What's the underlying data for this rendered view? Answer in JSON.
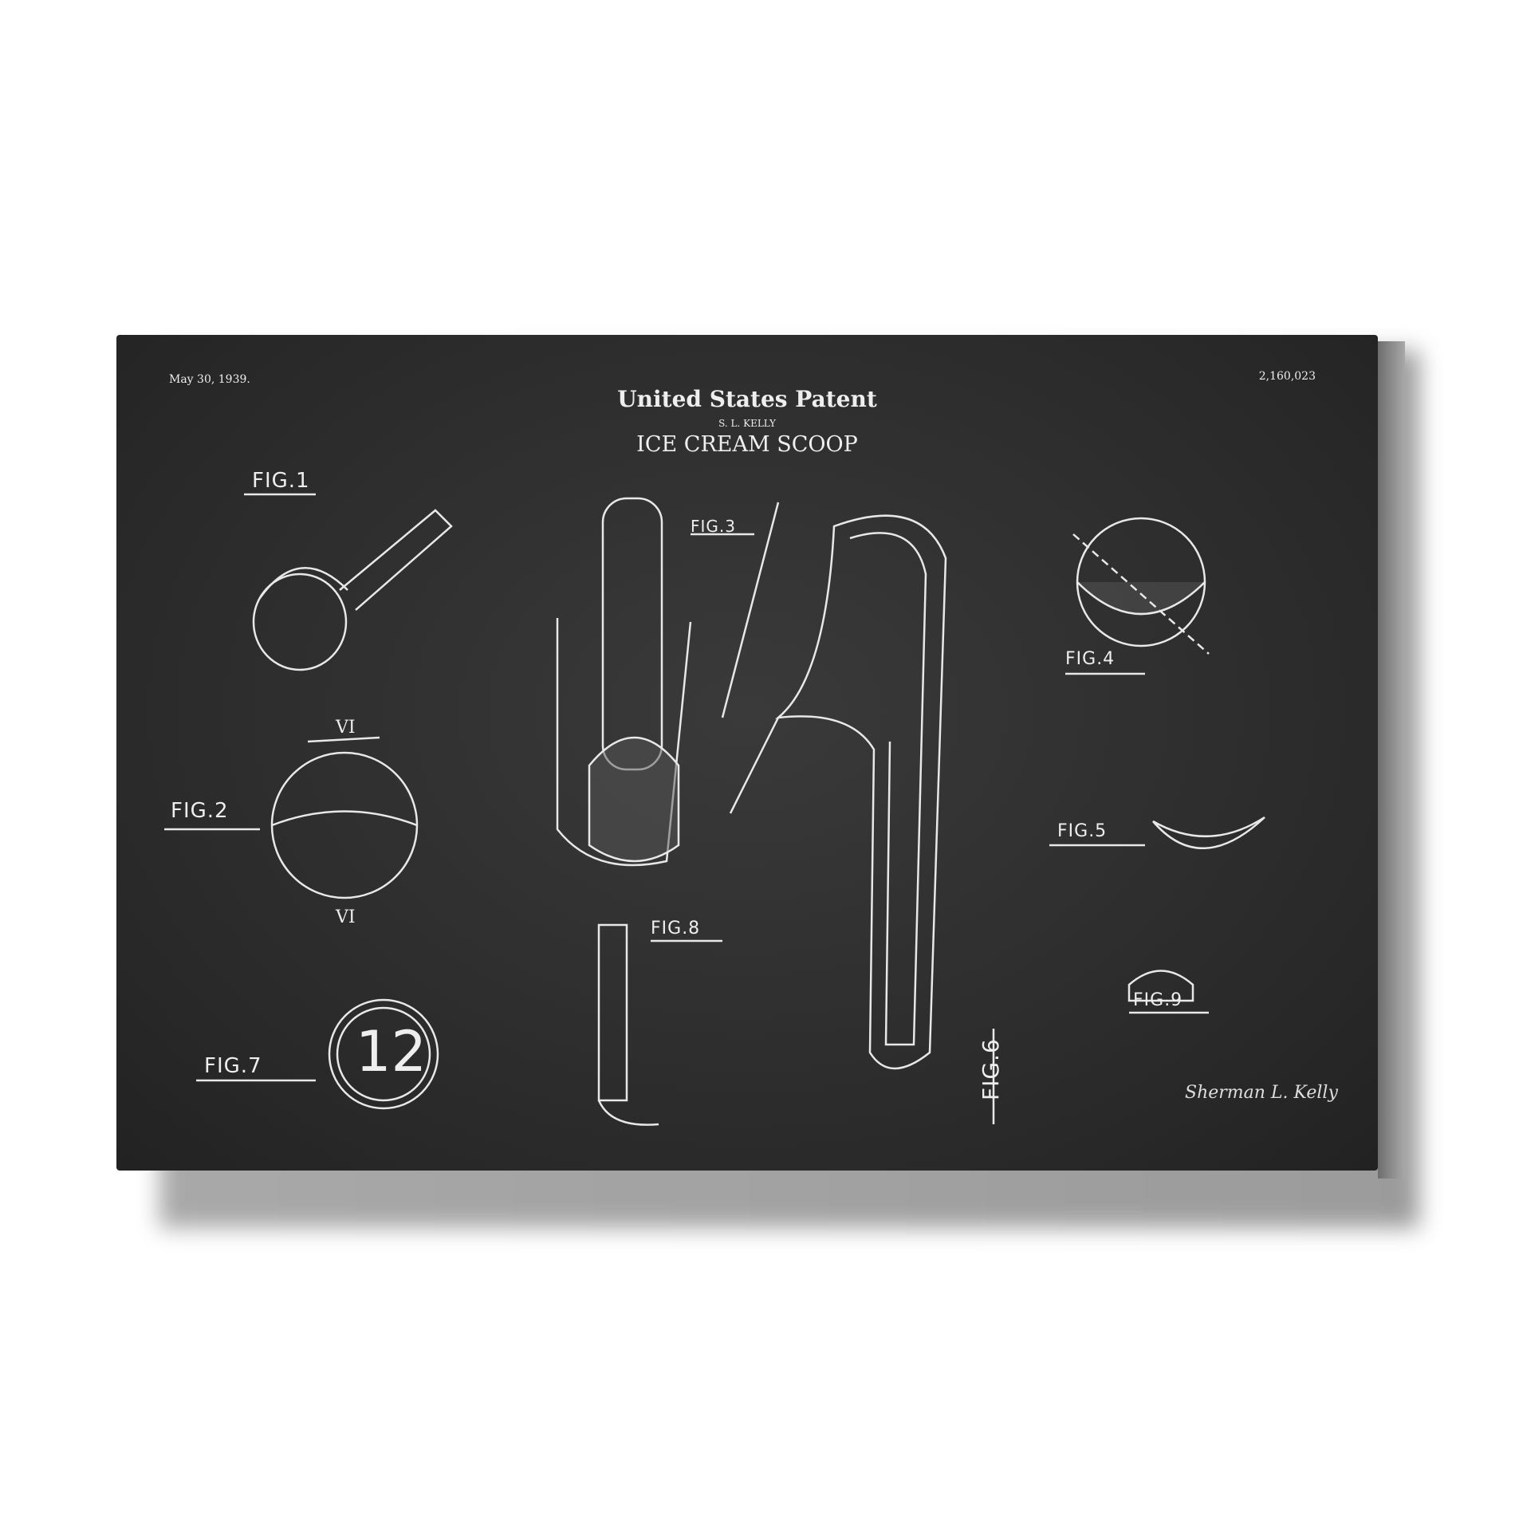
{
  "patent": {
    "date": "May 30, 1939.",
    "number": "2,160,023",
    "title": "United States Patent",
    "inventor": "S. L. KELLY",
    "subject": "ICE CREAM SCOOP"
  },
  "figures": [
    "FIG.1",
    "FIG.2",
    "FIG.3",
    "FIG.4",
    "FIG.5",
    "FIG.6",
    "FIG.7",
    "FIG.8",
    "FIG.9"
  ],
  "fig7_numeral": "12",
  "section_marks": [
    "VI",
    "VI"
  ],
  "signature": "Sherman L. Kelly",
  "colors": {
    "board": "#2e2e2e",
    "chalk": "#eeeeee"
  }
}
